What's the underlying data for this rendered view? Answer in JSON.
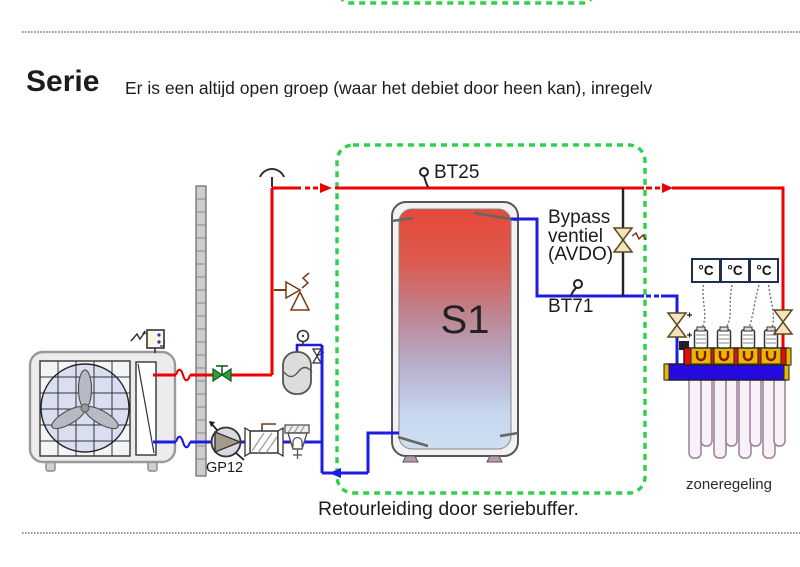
{
  "page": {
    "title_heading": "Serie",
    "intro_text": "Er is een altijd open groep (waar het debiet door heen kan), inregelv",
    "caption": "Retourleiding door seriebuffer."
  },
  "diagram": {
    "sensor_supply": "BT25",
    "sensor_return": "BT71",
    "bypass_label_line1": "Bypass",
    "bypass_label_line2": "ventiel",
    "bypass_label_line3": "(AVDO)",
    "buffer_tank_label": "S1",
    "pump_label": "GP12",
    "zone_label": "zoneregeling",
    "thermostats": [
      "°C",
      "°C",
      "°C"
    ],
    "colors": {
      "supply_pipe": "#ee0000",
      "return_pipe": "#1d1de0",
      "buffer_boundary_dashed": "#2ed24a",
      "manifold_supply_bar": "#ee0808",
      "manifold_return_bar": "#2609e0",
      "valve_body_tan": "#f5e3c0",
      "brass_fitting": "#e6b800",
      "tank_hot": "#e64938",
      "tank_cold": "#cfdff2"
    }
  }
}
